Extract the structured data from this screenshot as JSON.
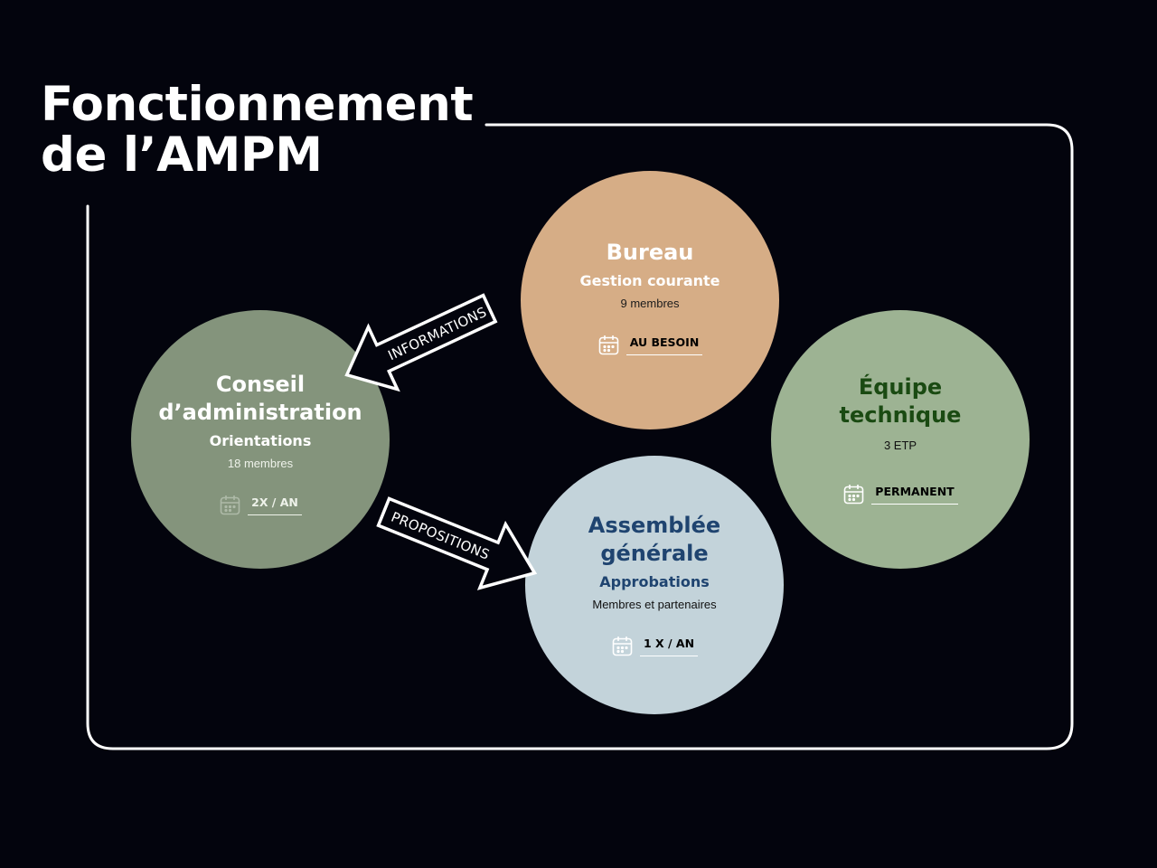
{
  "title": {
    "line1": "Fonctionnement",
    "line2": "de l’AMPM"
  },
  "bodies": {
    "conseil": {
      "title_line1": "Conseil",
      "title_line2": "d’administration",
      "role": "Orientations",
      "members": "18 membres",
      "frequency": "2X / AN",
      "color": "#84947c"
    },
    "bureau": {
      "title": "Bureau",
      "role": "Gestion courante",
      "members": "9 membres",
      "frequency": "AU BESOIN",
      "color": "#d6ad86"
    },
    "assemblee": {
      "title_line1": "Assemblée",
      "title_line2": "générale",
      "role": "Approbations",
      "members": "Membres et partenaires",
      "frequency": "1 X / AN",
      "color": "#c3d3da"
    },
    "equipe": {
      "title_line1": "Équipe",
      "title_line2": "technique",
      "members": "3 ETP",
      "frequency": "PERMANENT",
      "color": "#9db393"
    }
  },
  "arrows": {
    "informations": "INFORMATIONS",
    "propositions": "PROPOSITIONS"
  },
  "icons": {
    "frequency": "calendar-icon"
  }
}
